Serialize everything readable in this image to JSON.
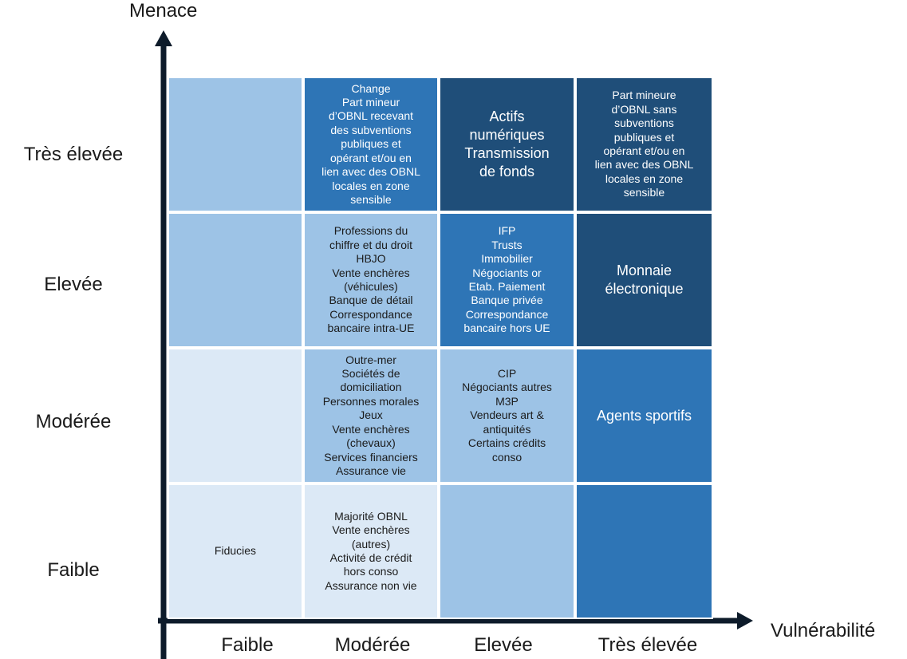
{
  "axes": {
    "y_title": "Menace",
    "x_title": "Vulnérabilité",
    "y_levels": [
      "Très élevée",
      "Elevée",
      "Modérée",
      "Faible"
    ],
    "x_levels": [
      "Faible",
      "Modérée",
      "Elevée",
      "Très élevée"
    ]
  },
  "shade_colors": {
    "lightest": "#dce9f6",
    "light": "#9dc3e6",
    "medium": "#2e75b6",
    "dark": "#1f4e79",
    "axis": "#0d1b2a"
  },
  "rows": [
    {
      "threat": "Très élevée",
      "cells": [
        {
          "vuln": "Faible",
          "shade": "light",
          "text": ""
        },
        {
          "vuln": "Modérée",
          "shade": "medium",
          "text": "Change\nPart mineur\nd’OBNL recevant\ndes subventions\npubliques et\nopérant et/ou en\nlien avec des OBNL\nlocales en zone\nsensible"
        },
        {
          "vuln": "Elevée",
          "shade": "dark",
          "text": "Actifs\nnumériques\nTransmission\nde fonds"
        },
        {
          "vuln": "Très élevée",
          "shade": "dark",
          "text": "Part mineure\nd’OBNL sans\nsubventions\npubliques et\nopérant et/ou en\nlien avec des OBNL\nlocales en zone\nsensible"
        }
      ]
    },
    {
      "threat": "Elevée",
      "cells": [
        {
          "vuln": "Faible",
          "shade": "light",
          "text": ""
        },
        {
          "vuln": "Modérée",
          "shade": "light",
          "text": "Professions du\nchiffre et du droit\nHBJO\nVente enchères\n(véhicules)\nBanque de détail\nCorrespondance\nbancaire intra-UE"
        },
        {
          "vuln": "Elevée",
          "shade": "medium",
          "text": "IFP\nTrusts\nImmobilier\nNégociants or\nEtab. Paiement\nBanque privée\nCorrespondance\nbancaire hors UE"
        },
        {
          "vuln": "Très élevée",
          "shade": "dark",
          "text": "Monnaie\nélectronique"
        }
      ]
    },
    {
      "threat": "Modérée",
      "cells": [
        {
          "vuln": "Faible",
          "shade": "lightest",
          "text": ""
        },
        {
          "vuln": "Modérée",
          "shade": "light",
          "text": "Outre-mer\nSociétés de\ndomiciliation\nPersonnes morales\nJeux\nVente enchères\n(chevaux)\nServices financiers\nAssurance vie"
        },
        {
          "vuln": "Elevée",
          "shade": "light",
          "text": "CIP\nNégociants autres\nM3P\nVendeurs art &\nantiquités\nCertains crédits\nconso"
        },
        {
          "vuln": "Très élevée",
          "shade": "medium",
          "text": "Agents sportifs"
        }
      ]
    },
    {
      "threat": "Faible",
      "cells": [
        {
          "vuln": "Faible",
          "shade": "lightest",
          "text": "Fiducies"
        },
        {
          "vuln": "Modérée",
          "shade": "lightest",
          "text": "Majorité OBNL\nVente enchères\n(autres)\nActivité de crédit\nhors conso\nAssurance non vie"
        },
        {
          "vuln": "Elevée",
          "shade": "light",
          "text": ""
        },
        {
          "vuln": "Très élevée",
          "shade": "medium",
          "text": ""
        }
      ]
    }
  ]
}
